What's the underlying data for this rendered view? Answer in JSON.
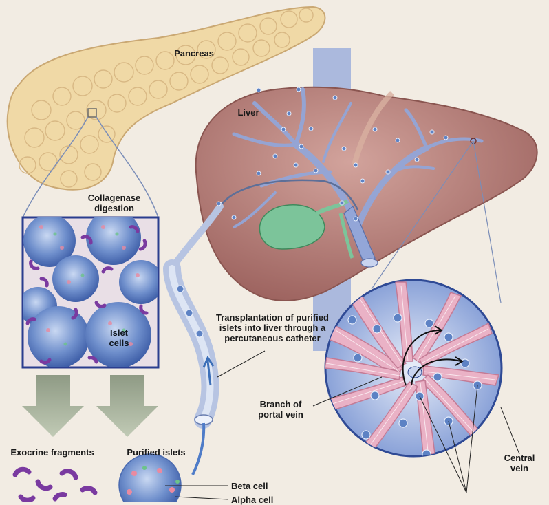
{
  "labels": {
    "pancreas": "Pancreas",
    "liver": "Liver",
    "collagenase_line1": "Collagenase",
    "collagenase_line2": "digestion",
    "islet_line1": "Islet",
    "islet_line2": "cells",
    "transplant_line1": "Transplantation of purified",
    "transplant_line2": "islets into liver through a",
    "transplant_line3": "percutaneous catheter",
    "branch_line1": "Branch of",
    "branch_line2": "portal vein",
    "central_line1": "Central",
    "central_line2": "vein",
    "exocrine": "Exocrine fragments",
    "purified": "Purified islets",
    "beta": "Beta cell",
    "alpha": "Alpha cell"
  },
  "colors": {
    "background": "#f2ece3",
    "pancreas": "#f0d9a6",
    "liver": "#b9817c",
    "vein": "#8fa3d6",
    "gallbladder": "#7cc49a",
    "islet": "#5d82c4",
    "exocrine": "#7a3aa0",
    "arrow": "#9aa88e",
    "box_border": "#2a3d8f"
  }
}
